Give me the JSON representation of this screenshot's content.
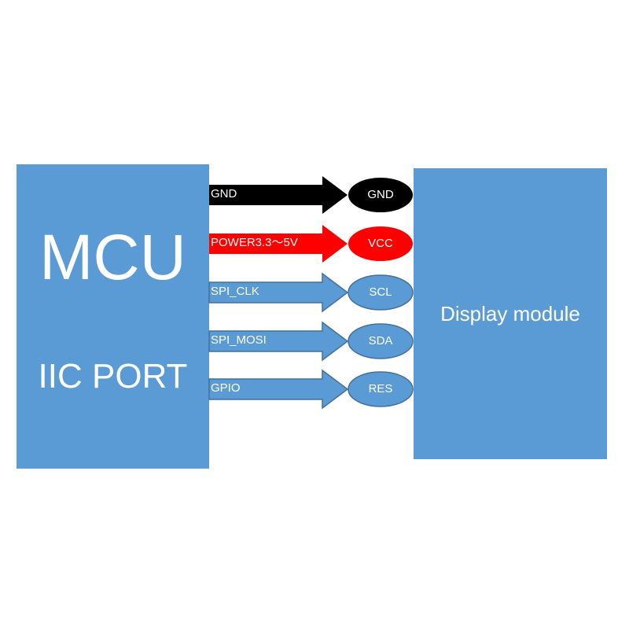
{
  "mcu": {
    "title": "MCU",
    "subtitle": "IIC PORT"
  },
  "display": {
    "label": "Display module"
  },
  "connections": [
    {
      "signal": "GND",
      "pin": "GND",
      "color": "#000000",
      "text_color": "#ffffff"
    },
    {
      "signal": "POWER3.3～5V",
      "pin": "VCC",
      "color": "#ff0000",
      "text_color": "#ffffff"
    },
    {
      "signal": "SPI_CLK",
      "pin": "SCL",
      "color": "#5b9bd5",
      "text_color": "#ffffff"
    },
    {
      "signal": "SPI_MOSI",
      "pin": "SDA",
      "color": "#5b9bd5",
      "text_color": "#ffffff"
    },
    {
      "signal": "GPIO",
      "pin": "RES",
      "color": "#5b9bd5",
      "text_color": "#ffffff"
    }
  ],
  "colors": {
    "box_fill": "#5b9bd5",
    "blue_arrow_stroke": "#41719c",
    "background": "#ffffff"
  }
}
